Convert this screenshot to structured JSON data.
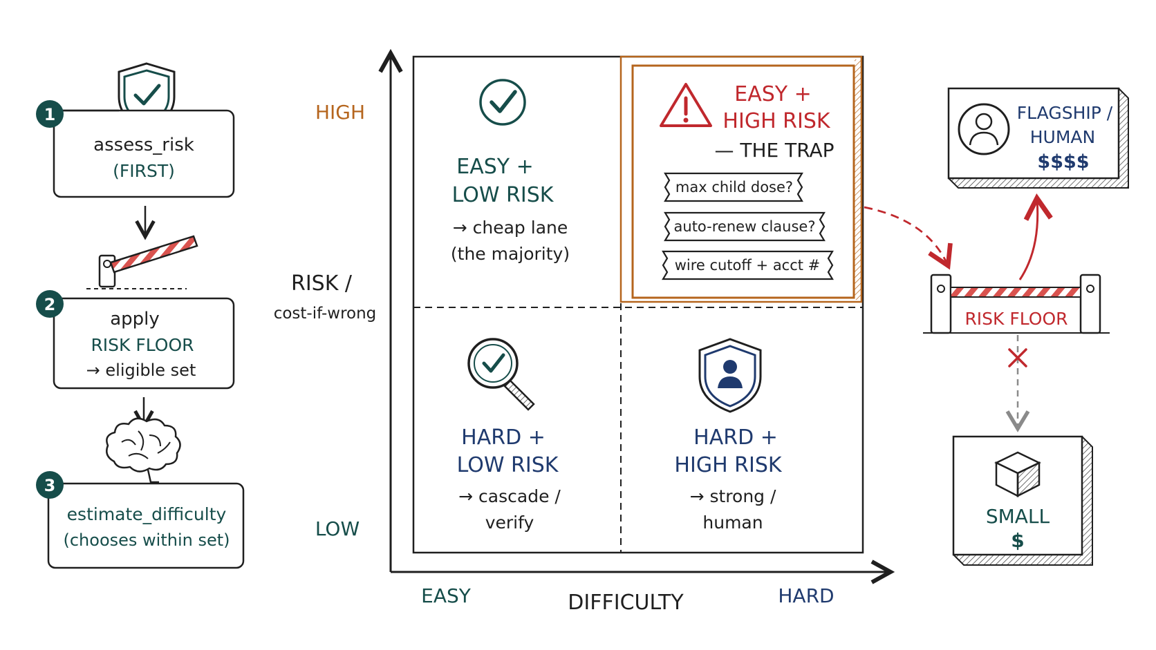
{
  "colors": {
    "ink": "#1f1f1f",
    "teal": "#164d4a",
    "navy": "#1f3a6e",
    "orange": "#b5651d",
    "red": "#c0282d",
    "gray": "#8a8a8a",
    "stripe_red": "#d9534f"
  },
  "steps": [
    {
      "number": "1",
      "line1": "assess_risk",
      "line2": "(FIRST)",
      "icon": "shield-check-icon"
    },
    {
      "number": "2",
      "line1": "apply",
      "line2": "RISK FLOOR",
      "line3": "→ eligible set",
      "icon": "barrier-gate-icon"
    },
    {
      "number": "3",
      "line1": "estimate_difficulty",
      "line2": "(chooses within set)",
      "icon": "brain-icon"
    }
  ],
  "axes": {
    "y_title_line1": "RISK /",
    "y_title_line2": "cost-if-wrong",
    "y_high": "HIGH",
    "y_low": "LOW",
    "x_title": "DIFFICULTY",
    "x_easy": "EASY",
    "x_hard": "HARD"
  },
  "quadrants": {
    "easy_low": {
      "title1": "EASY +",
      "title2": "LOW RISK",
      "desc1": "→ cheap lane",
      "desc2": "(the majority)",
      "icon": "check-circle-icon"
    },
    "easy_high": {
      "title1": "EASY +",
      "title2": "HIGH RISK",
      "subtitle": "— THE TRAP",
      "icon": "warning-icon",
      "examples": [
        "max child dose?",
        "auto-renew clause?",
        "wire cutoff + acct #"
      ]
    },
    "hard_low": {
      "title1": "HARD +",
      "title2": "LOW RISK",
      "desc1": "→ cascade /",
      "desc2": "verify",
      "icon": "magnifier-check-icon"
    },
    "hard_high": {
      "title1": "HARD  +",
      "title2": "HIGH RISK",
      "desc1": "→ strong /",
      "desc2": "human",
      "icon": "shield-person-icon"
    }
  },
  "right": {
    "flagship_line1": "FLAGSHIP /",
    "flagship_line2": "HUMAN",
    "flagship_cost": "$$$$",
    "floor_label": "RISK FLOOR",
    "small_label": "SMALL",
    "small_cost": "$"
  }
}
